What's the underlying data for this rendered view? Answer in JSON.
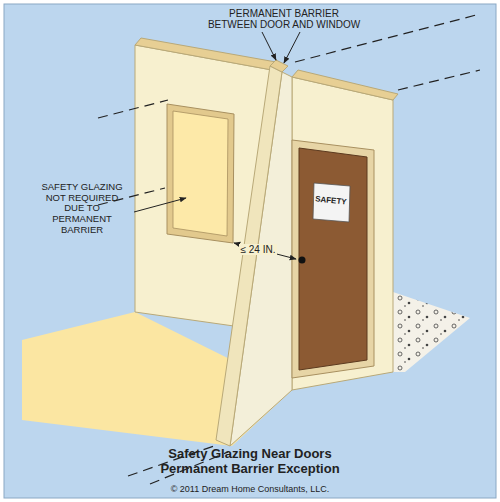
{
  "diagram": {
    "title": "Safety Glazing Near Doors Permanent Barrier Exception",
    "labels": [
      "PERMANENT BARRIER BETWEEN DOOR AND WINDOW",
      "SAFETY GLAZING NOT REQUIRED DUE TO PERMANENT BARRIER",
      "≤ 24 IN.",
      "SAFETY",
      "© 2011 Dream Home Consultants, LLC."
    ]
  }
}
